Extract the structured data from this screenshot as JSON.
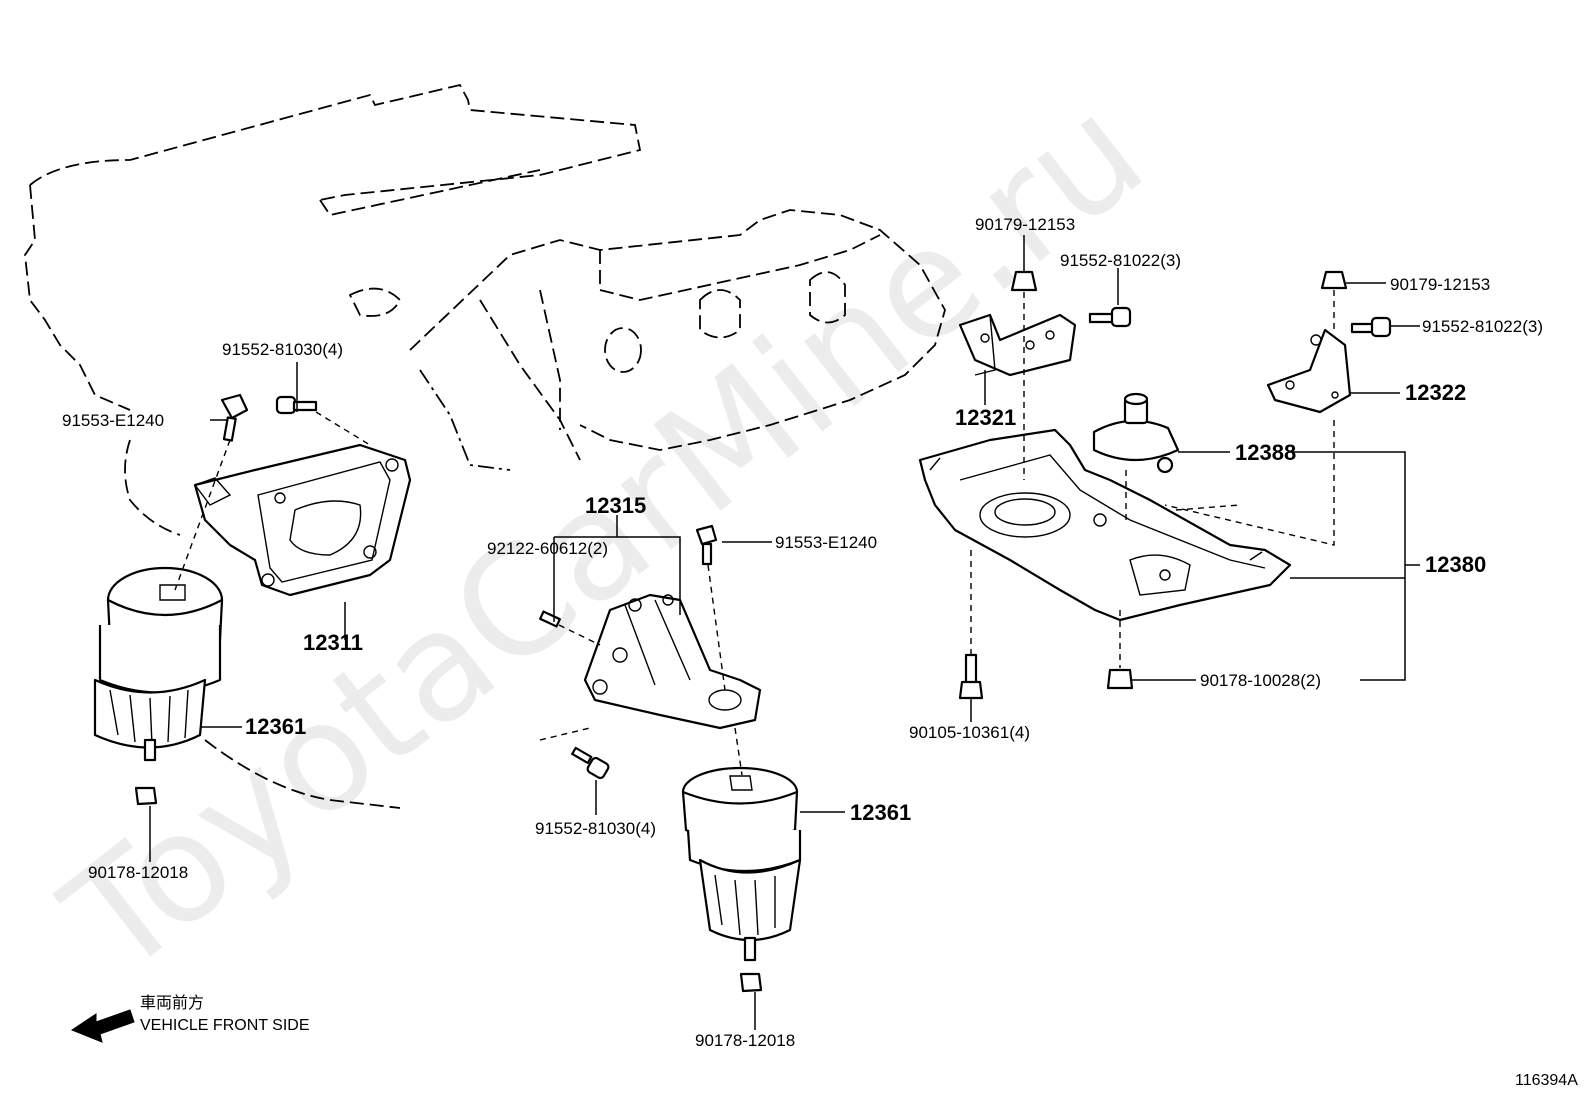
{
  "watermark": "ToyotaCarMine.ru",
  "figure_id": "116394A",
  "direction": {
    "japanese": "車両前方",
    "english": "VEHICLE FRONT SIDE"
  },
  "labels": {
    "p12315": "12315",
    "p12311": "12311",
    "p12361_left": "12361",
    "p12361_center": "12361",
    "p12321": "12321",
    "p12322": "12322",
    "p12388": "12388",
    "p12380": "12380",
    "bolt_91552_81030_top": "91552-81030(4)",
    "bolt_91553_e1240_left": "91553-E1240",
    "bolt_91553_e1240_center": "91553-E1240",
    "stud_92122_60612": "92122-60612(2)",
    "bolt_91552_81030_bottom": "91552-81030(4)",
    "nut_90178_12018_left": "90178-12018",
    "nut_90178_12018_center": "90178-12018",
    "nut_90179_12153_a": "90179-12153",
    "nut_90179_12153_b": "90179-12153",
    "bolt_91552_81022_a": "91552-81022(3)",
    "bolt_91552_81022_b": "91552-81022(3)",
    "bolt_90105_10361": "90105-10361(4)",
    "nut_90178_10028": "90178-10028(2)"
  }
}
